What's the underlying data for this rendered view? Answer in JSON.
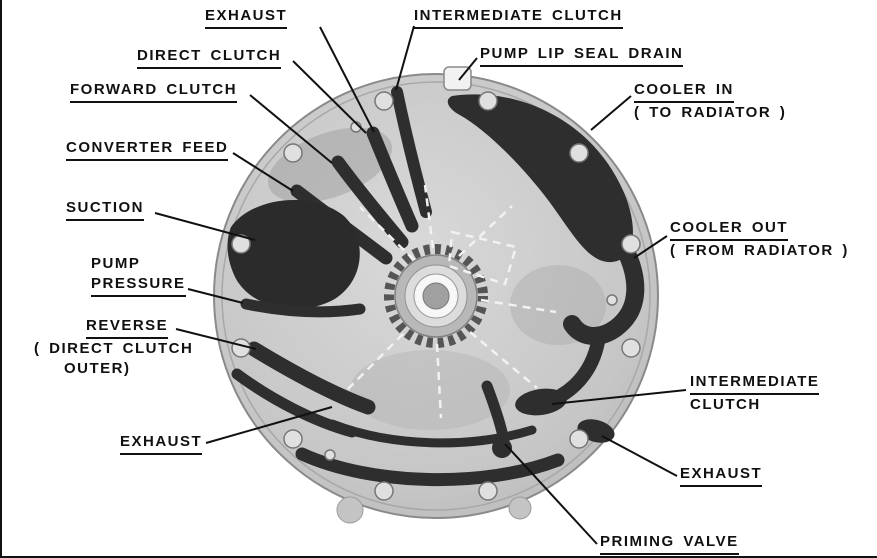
{
  "figure": {
    "colors": {
      "background": "#ffffff",
      "ink": "#111111",
      "body_gray": "#c9c9c9",
      "channel_dark": "#2e2e2e",
      "highlight_white": "#f2f2f2"
    },
    "labels": [
      {
        "id": "exhaust-top",
        "text": "EXHAUST"
      },
      {
        "id": "intermediate-clutch-top",
        "text": "INTERMEDIATE CLUTCH"
      },
      {
        "id": "pump-lip-seal-drain",
        "text": "PUMP LIP SEAL DRAIN"
      },
      {
        "id": "direct-clutch",
        "text": "DIRECT CLUTCH"
      },
      {
        "id": "forward-clutch",
        "text": "FORWARD CLUTCH"
      },
      {
        "id": "cooler-in",
        "lines": [
          "COOLER IN",
          "( TO RADIATOR )"
        ]
      },
      {
        "id": "converter-feed",
        "text": "CONVERTER FEED"
      },
      {
        "id": "cooler-out",
        "lines": [
          "COOLER OUT",
          "( FROM RADIATOR )"
        ]
      },
      {
        "id": "suction",
        "text": "SUCTION"
      },
      {
        "id": "pump-pressure",
        "lines": [
          "PUMP",
          "PRESSURE"
        ]
      },
      {
        "id": "reverse",
        "lines": [
          "REVERSE",
          "( DIRECT CLUTCH",
          "OUTER)"
        ]
      },
      {
        "id": "intermediate-clutch-lower",
        "lines": [
          "INTERMEDIATE",
          "CLUTCH"
        ]
      },
      {
        "id": "exhaust-lower-left",
        "text": "EXHAUST"
      },
      {
        "id": "exhaust-lower-right",
        "text": "EXHAUST"
      },
      {
        "id": "priming-valve",
        "text": "PRIMING VALVE"
      }
    ]
  }
}
